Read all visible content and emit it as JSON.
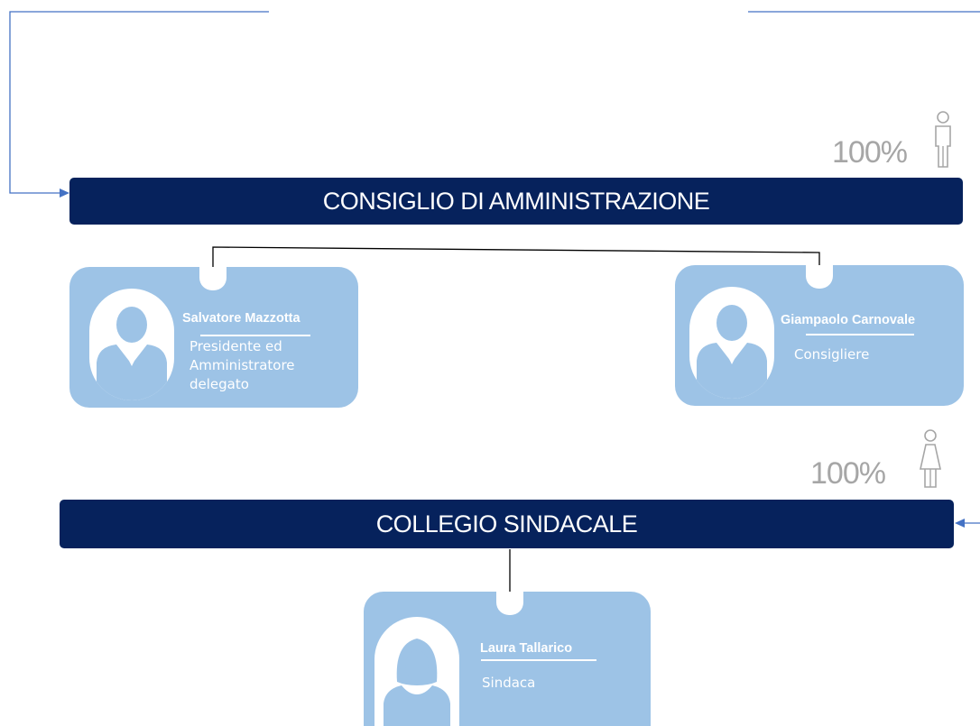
{
  "consiglio": {
    "title": "CONSIGLIO DI AMMINISTRAZIONE",
    "percentage": "100%",
    "gender_icon": "male-person-icon",
    "members": [
      {
        "name": "Salvatore Mazzotta",
        "role_lines": [
          "Presidente ed",
          "Amministratore",
          "delegato"
        ],
        "avatar": "male-avatar-icon"
      },
      {
        "name": "Giampaolo Carnovale",
        "role_lines": [
          "Consigliere"
        ],
        "avatar": "male-avatar-icon"
      }
    ]
  },
  "collegio": {
    "title": "COLLEGIO SINDACALE",
    "percentage": "100%",
    "gender_icon": "female-person-icon",
    "members": [
      {
        "name": "Laura Tallarico",
        "role_lines": [
          "Sindaca"
        ],
        "avatar": "female-avatar-icon"
      }
    ]
  },
  "colors": {
    "header_bar": "#06225c",
    "card": "#9dc3e6",
    "avatar_fill": "#9dc3e6",
    "connector_blue": "#4472c4",
    "connector_dark": "#000000",
    "percent_text": "#a6a6a6"
  }
}
